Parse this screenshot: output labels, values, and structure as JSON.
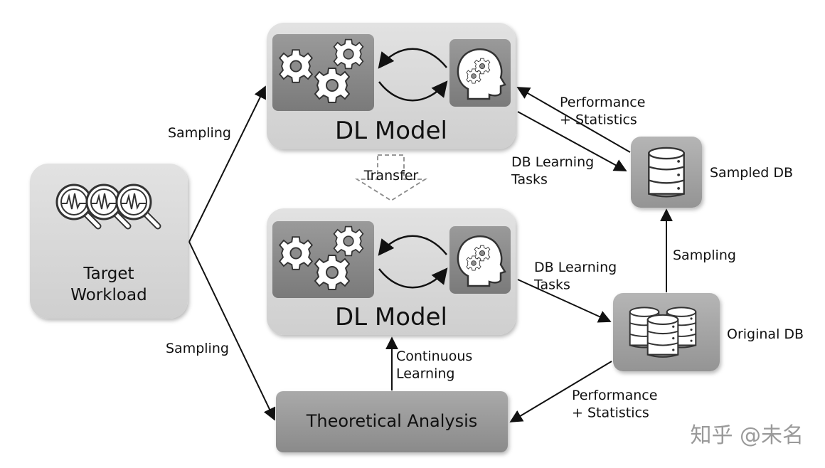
{
  "nodes": {
    "target_workload": "Target\nWorkload",
    "dl_model_top": "DL Model",
    "dl_model_bottom": "DL Model",
    "sampled_db": "Sampled DB",
    "original_db": "Original DB",
    "theoretical_analysis": "Theoretical Analysis"
  },
  "edges": {
    "sampling_to_top": "Sampling",
    "sampling_to_bottom": "Sampling",
    "transfer": "Transfer",
    "perf_stats_top": "Performance\n+ Statistics",
    "db_learning_top": "DB Learning\nTasks",
    "db_learning_bottom": "DB Learning\nTasks",
    "sampling_db": "Sampling",
    "continuous_learning": "Continuous\nLearning",
    "perf_stats_bottom": "Performance\n+ Statistics"
  },
  "icons": {
    "target_workload": "magnifier-pulse-icon",
    "gears": "gears-icon",
    "head": "head-gears-icon",
    "sampled_db": "database-icon",
    "original_db": "multi-database-icon"
  },
  "colors": {
    "panel": "#d9d9d9",
    "inner_box": "#8c8c8c",
    "db_box": "#a6a6a6",
    "analysis_box": "#9a9a9a",
    "line": "#111111"
  },
  "watermark": "知乎 @未名"
}
